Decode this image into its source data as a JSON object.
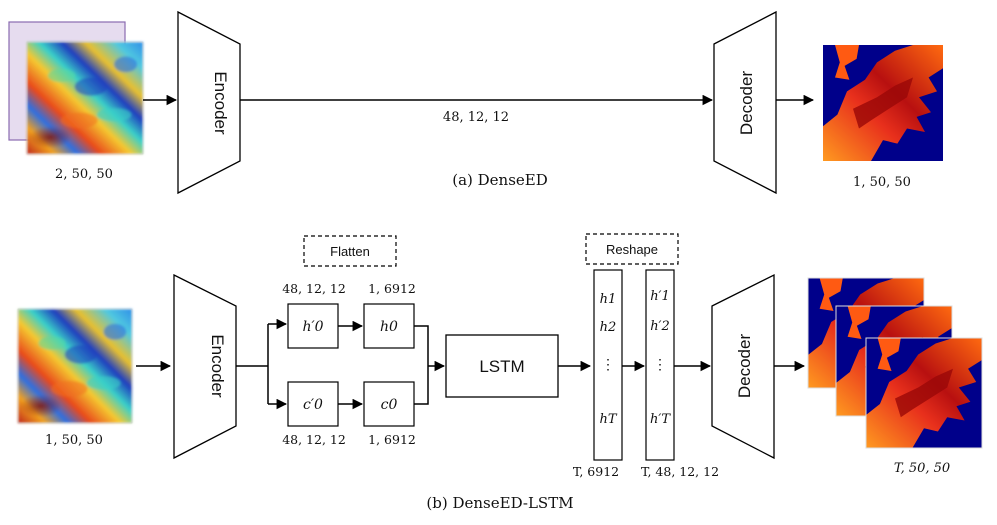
{
  "panel_a": {
    "caption": "(a) DenseED",
    "input_dims": "2, 50, 50",
    "encoder_label": "Encoder",
    "latent_dims": "48, 12, 12",
    "decoder_label": "Decoder",
    "output_dims": "1, 50, 50"
  },
  "panel_b": {
    "caption": "(b) DenseED-LSTM",
    "input_dims": "1, 50, 50",
    "encoder_label": "Encoder",
    "flatten_label": "Flatten",
    "top_left_dims": "48, 12, 12",
    "top_right_dims": "1, 6912",
    "bottom_left_dims": "48, 12, 12",
    "bottom_right_dims": "1, 6912",
    "h0_prime": "h′0",
    "h0": "h0",
    "c0_prime": "c′0",
    "c0": "c0",
    "lstm_label": "LSTM",
    "reshape_label": "Reshape",
    "h_seq": [
      "h1",
      "h2",
      "⋮",
      "hT"
    ],
    "h_prime_seq": [
      "h′1",
      "h′2",
      "⋮",
      "h′T"
    ],
    "h_seq_dims": "T, 6912",
    "h_prime_seq_dims": "T, 48, 12, 12",
    "decoder_label": "Decoder",
    "output_dims": "T, 50, 50"
  },
  "colors": {
    "field_low": "#1f3fbf",
    "field_mid": "#36c8e0",
    "field_high": "#e8301c",
    "field_dark": "#7a0a0a",
    "saturation_bg": "#000080",
    "saturation_front": "#ff4a10",
    "stack_back": "#e6dcef",
    "stack_border": "#8a6bb0"
  }
}
